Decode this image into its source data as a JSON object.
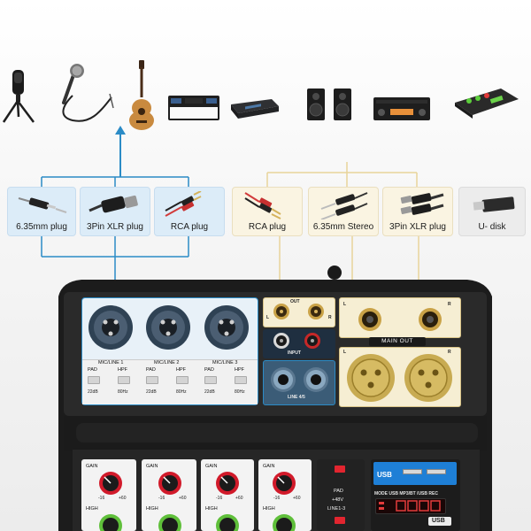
{
  "plugs": [
    {
      "label": "6.35mm plug"
    },
    {
      "label": "3Pin XLR plug"
    },
    {
      "label": "RCA plug"
    },
    {
      "label": "RCA plug"
    },
    {
      "label": "6.35mm Stereo"
    },
    {
      "label": "3Pin XLR plug"
    },
    {
      "label": "U- disk"
    }
  ],
  "devices": [
    {
      "icon": "microphone-tripod-icon"
    },
    {
      "icon": "handheld-microphone-icon"
    },
    {
      "icon": "acoustic-guitar-icon"
    },
    {
      "icon": "keyboard-synth-icon"
    },
    {
      "icon": "media-player-icon"
    },
    {
      "icon": "studio-monitors-icon"
    },
    {
      "icon": "amplifier-icon"
    },
    {
      "icon": "sound-card-icon"
    }
  ],
  "panel": {
    "out_label": "OUT",
    "input_label": "INPUT",
    "line_label": "LINE 4/5",
    "main_out_label": "MAIN OUT",
    "left": "L",
    "right": "R",
    "ch1": "MIC/LINE 1",
    "ch2": "MIC/LINE 2",
    "ch3": "MIC/LINE 3",
    "pad": "PAD",
    "hpf": "HPF",
    "pad_value": "22dB",
    "hpf_value": "80Hz"
  },
  "strips": {
    "gain_label": "GAIN",
    "high_label": "HIGH",
    "min_label": "-16",
    "max_label": "+60",
    "pad_label": "PAD",
    "phantom_label": "+48V",
    "line_label": "LINE1-3",
    "usb_label": "USB",
    "mode_label": "MODE USB MP3/BT /USB REC",
    "usb_bottom_label": "USB"
  },
  "colors": {
    "blue_tile": "#dcecf8",
    "cream_tile": "#faf4e2",
    "arrow_blue": "#2b8bc6",
    "arrow_cream": "#e8d49a",
    "knob_red": "#d11a2a",
    "knob_green": "#5fbf3a",
    "display_blue": "#1e7fd6"
  }
}
